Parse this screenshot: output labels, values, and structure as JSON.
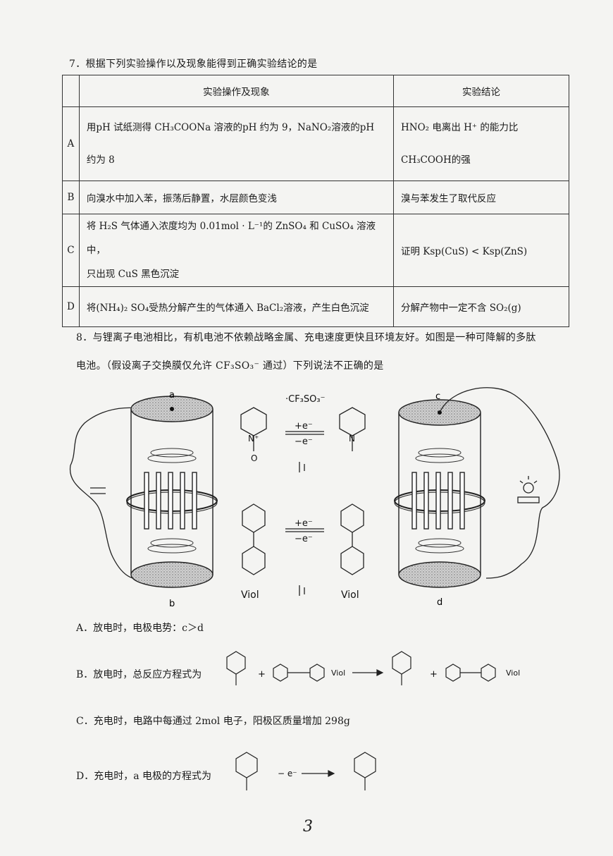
{
  "q7": {
    "title": "7．根据下列实验操作以及现象能得到正确实验结论的是",
    "header_op": "实验操作及现象",
    "header_conclusion": "实验结论",
    "rows": [
      {
        "key": "A",
        "op_line1": "用pH 试纸测得 CH₃COONa 溶液的pH 约为 9，NaNO₂溶液的pH",
        "op_line2": "约为 8",
        "conc_line1": "HNO₂ 电离出 H⁺ 的能力比",
        "conc_line2": "CH₃COOH的强"
      },
      {
        "key": "B",
        "op_line1": "向溴水中加入苯，振荡后静置，水层颜色变浅",
        "conc_line1": "溴与苯发生了取代反应"
      },
      {
        "key": "C",
        "op_line1": "将 H₂S 气体通入浓度均为 0.01mol · L⁻¹的 ZnSO₄ 和 CuSO₄ 溶液中，",
        "op_line2": "只出现 CuS 黑色沉淀",
        "conc_line1": "证明 Ksp(CuS) < Ksp(ZnS)"
      },
      {
        "key": "D",
        "op_line1": "将(NH₄)₂ SO₄受热分解产生的气体通入 BaCl₂溶液，产生白色沉淀",
        "conc_line1": "分解产物中一定不含 SO₂(g)"
      }
    ]
  },
  "q8": {
    "title_line1": "8．与锂离子电池相比，有机电池不依赖战略金属、充电速度更快且环境友好。如图是一种可降解的多肽",
    "title_line2": "电池。（假设离子交换膜仅允许 CF₃SO₃⁻ 通过）下列说法不正确的是",
    "figure": {
      "label_a": "a",
      "label_b": "b",
      "label_c": "c",
      "label_d": "d",
      "anion": "·CF₃SO₃⁻",
      "plus_e": "+e⁻",
      "minus_e": "−e⁻",
      "viol_left": "Viol",
      "viol_right": "Viol",
      "o_label": "O",
      "n_label": "N",
      "n_plus": "N⁺"
    },
    "options": {
      "A": "A．放电时，电极电势：c＞d",
      "B": "B．放电时，总反应方程式为",
      "B_viol": "Viol",
      "C": "C．充电时，电路中每通过 2mol 电子，阳极区质量增加 298g",
      "D": "D．充电时，a 电极的方程式为",
      "D_minus_e": "− e⁻"
    }
  },
  "page_number": "3"
}
